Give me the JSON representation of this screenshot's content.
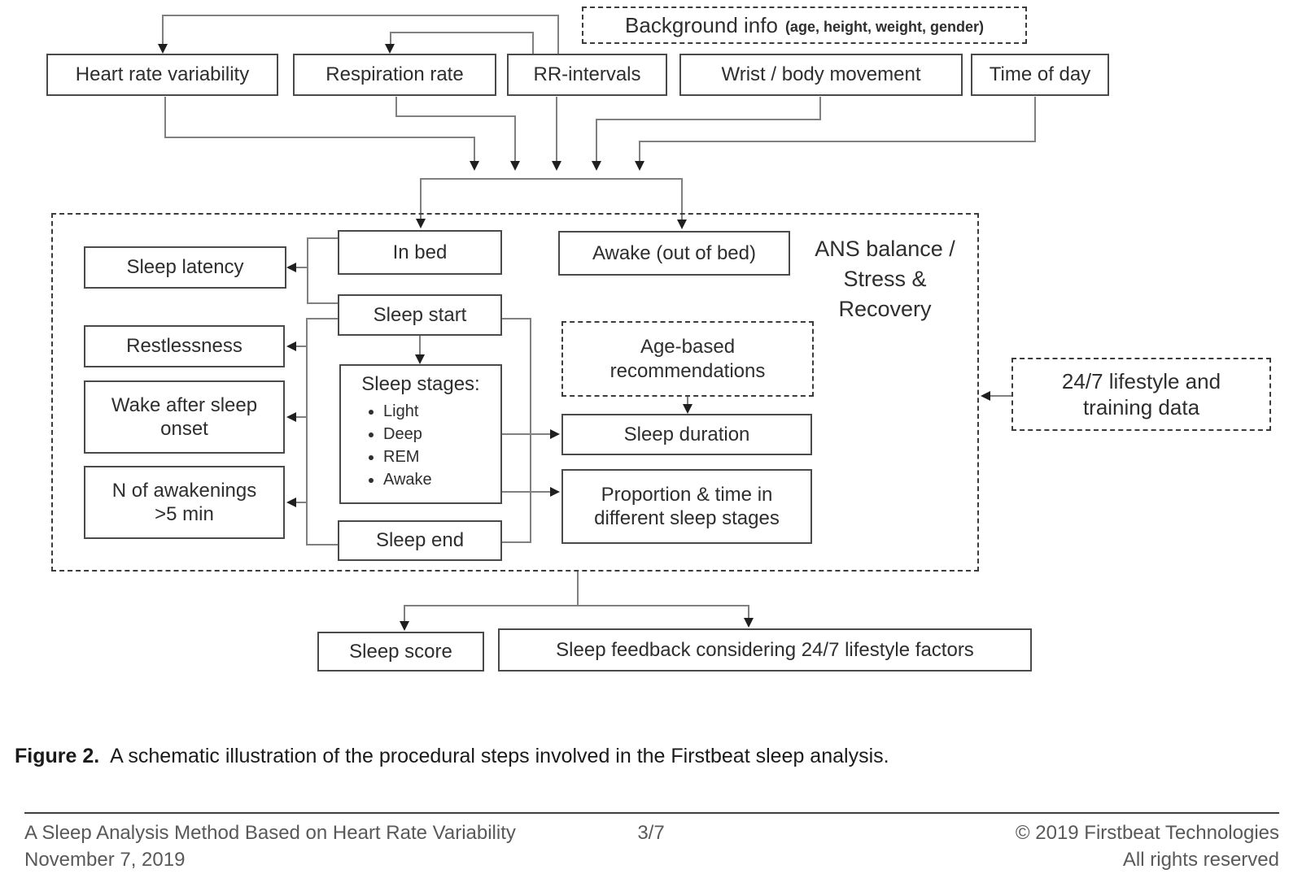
{
  "diagram": {
    "background_info": {
      "title": "Background info",
      "details": "(age, height, weight, gender)"
    },
    "inputs": {
      "hrv": "Heart rate variability",
      "respiration": "Respiration rate",
      "rr_intervals": "RR-intervals",
      "movement": "Wrist / body movement",
      "time_of_day": "Time of day"
    },
    "analysis": {
      "in_bed": "In bed",
      "awake_out_of_bed": "Awake (out of bed)",
      "sleep_latency": "Sleep latency",
      "restlessness": "Restlessness",
      "wake_after_sleep_onset": "Wake after sleep onset",
      "n_of_awakenings": "N of awakenings >5 min",
      "sleep_start": "Sleep start",
      "sleep_stages_title": "Sleep stages:",
      "sleep_stages": [
        "Light",
        "Deep",
        "REM",
        "Awake"
      ],
      "sleep_end": "Sleep end",
      "age_based_recommendations": "Age-based recommendations",
      "ans_lines": [
        "ANS balance /",
        "Stress &",
        "Recovery"
      ],
      "sleep_duration": "Sleep duration",
      "proportion_time": "Proportion & time in different sleep stages"
    },
    "external": {
      "lifestyle_lines": [
        "24/7 lifestyle and",
        "training data"
      ]
    },
    "outputs": {
      "sleep_score": "Sleep score",
      "sleep_feedback": "Sleep feedback considering 24/7 lifestyle factors"
    }
  },
  "caption": {
    "label": "Figure 2.",
    "text": "A schematic illustration of the procedural steps involved in the Firstbeat sleep analysis."
  },
  "footer": {
    "doc_title": "A Sleep Analysis Method Based on Heart Rate Variability",
    "date": "November 7, 2019",
    "page_number": "3/7",
    "copyright": "© 2019 Firstbeat Technologies",
    "rights": "All rights reserved"
  },
  "colors": {
    "box_border": "#4a4a4a",
    "connector_line": "#808080",
    "arrowhead": "#1f1f1f",
    "text": "#2e2e2e",
    "footer_text": "#595959"
  }
}
